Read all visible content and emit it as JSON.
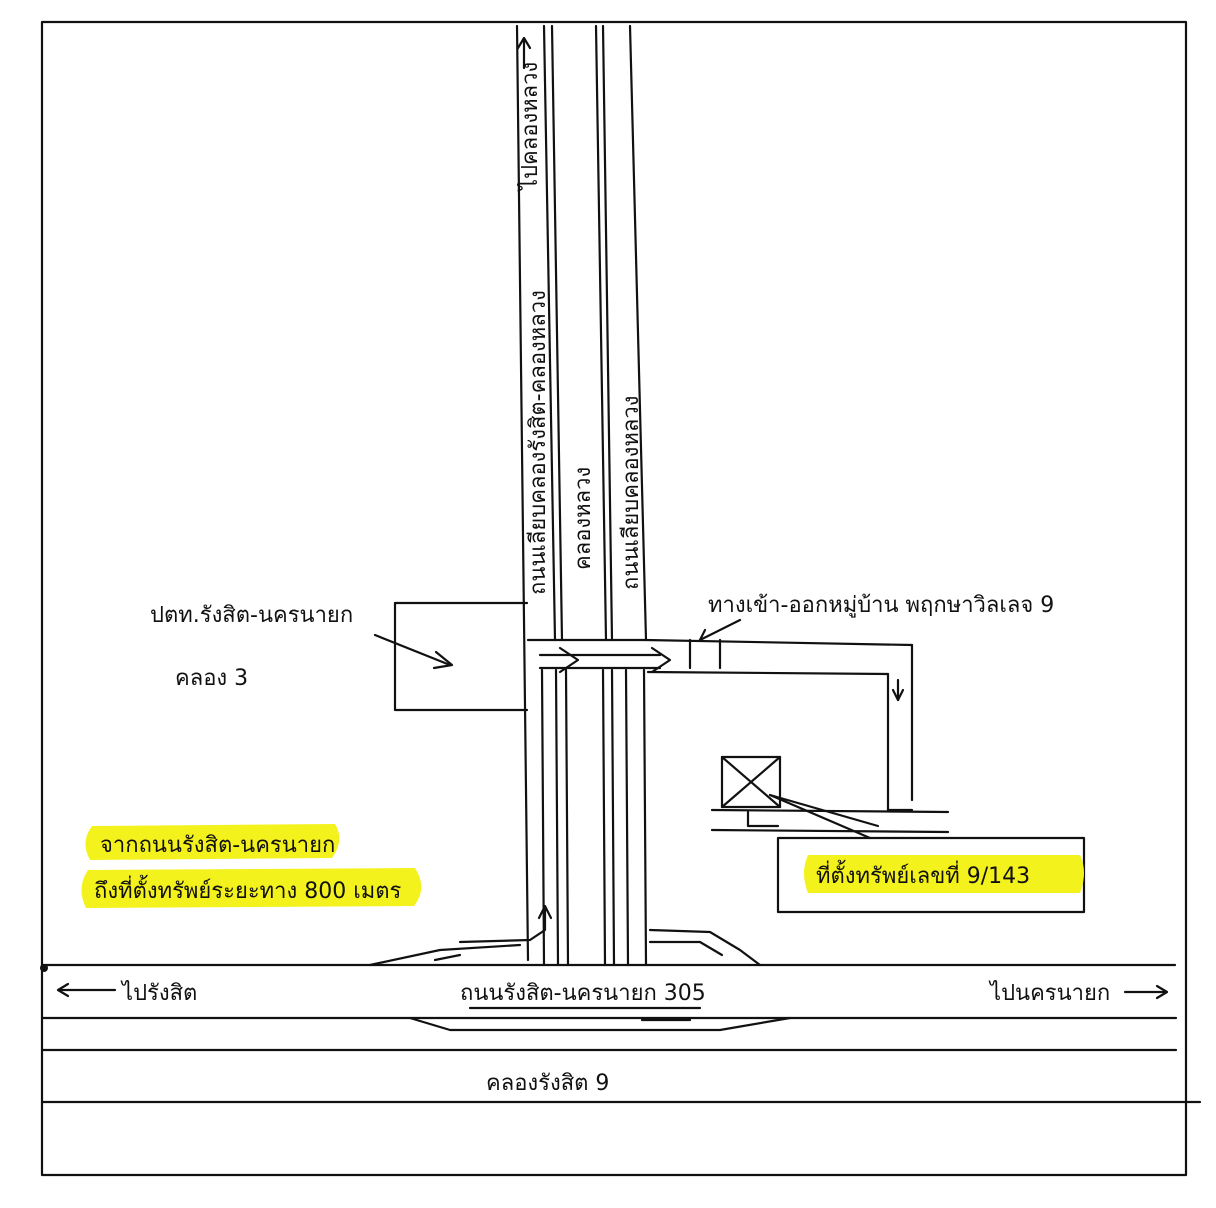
{
  "labels": {
    "road_north_destination": "ไปคลองหลวง",
    "road_main_vertical": "ถนนเลียบคลองรังสิต-คลองหลวง",
    "canal_vertical": "คลองหลวง",
    "road_vertical_east": "ถนนเลียบคลองหลวง",
    "post_office": "ปตท.รังสิต-นครนายก",
    "post_office_sub": "คลอง 3",
    "village_entrance": "ทางเข้า-ออกหมู่บ้าน พฤกษาวิลเลจ 9",
    "location_note_line1": "จากถนนรังสิต-นครนายก",
    "location_note_line2": "ถึงที่ตั้งทรัพย์ระยะทาง 800 เมตร",
    "property_label": "ที่ตั้งทรัพย์เลขที่ 9/143",
    "to_west": "ไปรังสิต",
    "main_road": "ถนนรังสิต-นครนายก 305",
    "to_east": "ไปนครนายก",
    "canal_horizontal": "คลองรังสิต 9"
  },
  "colors": {
    "highlight": "#f4f21c",
    "ink": "#111111"
  }
}
